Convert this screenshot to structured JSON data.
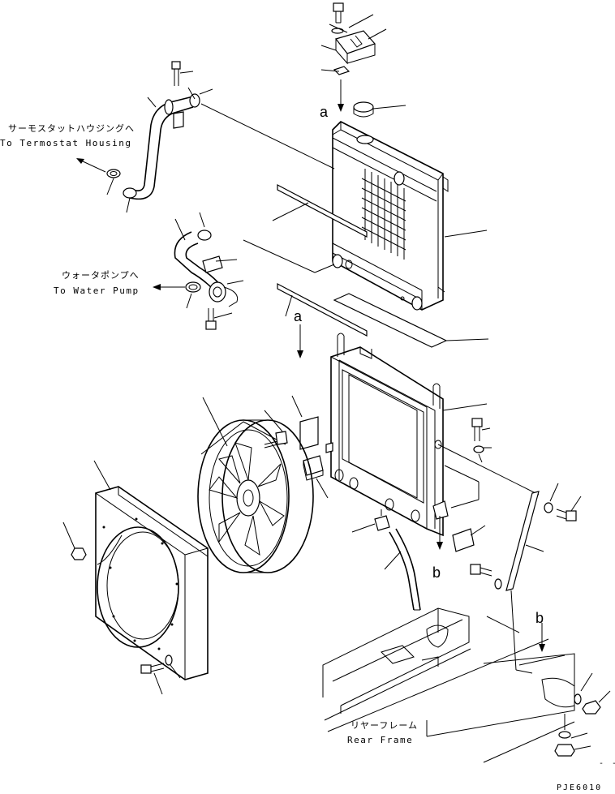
{
  "labels": {
    "thermostat_jp": "サーモスタットハウジングへ",
    "thermostat_en": "To Termostat Housing",
    "water_pump_jp": "ウォータポンプへ",
    "water_pump_en": "To Water Pump",
    "rear_frame_jp": "リヤーフレーム",
    "rear_frame_en": "Rear Frame",
    "view_a_1": "a",
    "view_a_2": "a",
    "view_b_1": "b",
    "view_b_2": "b",
    "drawing_code": "PJE6010",
    "corner_mark": "- -"
  },
  "style": {
    "line_color": "#000000",
    "background": "#ffffff"
  }
}
